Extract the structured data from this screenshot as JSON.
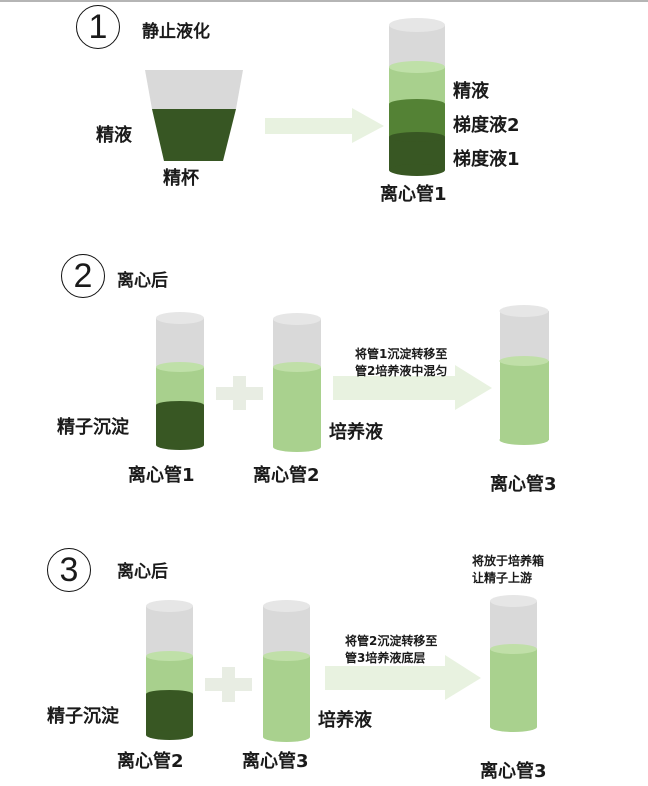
{
  "colors": {
    "tube_empty": "#d9d9d9",
    "tube_empty_top": "#e6e6e6",
    "semen_light": "#a8d08d",
    "semen_light_top": "#bfe0a8",
    "gradient2": "#548235",
    "gradient1": "#385723",
    "cup_liquid": "#375623",
    "culture": "#a9d18e",
    "culture_top": "#c0dfa8",
    "arrow": "#e8f2e0",
    "plus": "#e8ede3"
  },
  "step1": {
    "number": "1",
    "title": "静止液化",
    "cup_liquid_label": "精液",
    "cup_label": "精杯",
    "tube_label": "离心管1",
    "layers": [
      "精液",
      "梯度液2",
      "梯度液1"
    ]
  },
  "step2": {
    "number": "2",
    "title": "离心后",
    "pellet_label": "精子沉淀",
    "tube1_label": "离心管1",
    "tube2_label": "离心管2",
    "medium_label": "培养液",
    "arrow_note": [
      "将管1沉淀转移至",
      "管2培养液中混匀"
    ],
    "tube3_label": "离心管3"
  },
  "step3": {
    "number": "3",
    "title": "离心后",
    "pellet_label": "精子沉淀",
    "tube1_label": "离心管2",
    "tube2_label": "离心管3",
    "medium_label": "培养液",
    "arrow_note": [
      "将管2沉淀转移至",
      "管3培养液底层"
    ],
    "incubate_note": [
      "将放于培养箱",
      "让精子上游"
    ],
    "tube3_label": "离心管3"
  }
}
